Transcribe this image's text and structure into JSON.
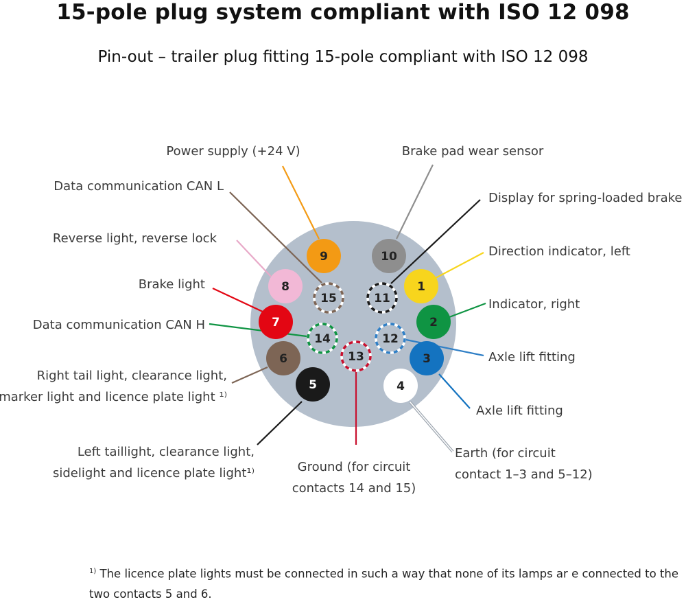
{
  "title": "15-pole plug system compliant with ISO 12 098",
  "subtitle": "Pin-out – trailer plug fitting 15-pole compliant with ISO 12 098",
  "plug_color": "#b4bfcc",
  "pins": [
    {
      "number": "1",
      "color": "#f7d51d",
      "text_color": "#222",
      "style": "solid",
      "label": [
        "Direction indicator, left"
      ]
    },
    {
      "number": "2",
      "color": "#0f9443",
      "text_color": "#222",
      "style": "solid",
      "label": [
        "Indicator, right"
      ]
    },
    {
      "number": "3",
      "color": "#1473c0",
      "text_color": "#222",
      "style": "solid",
      "label": [
        "Axle lift fitting"
      ]
    },
    {
      "number": "4",
      "color": "#ffffff",
      "text_color": "#222",
      "style": "solid",
      "label": [
        "Earth (for circuit",
        "contact 1–3 and 5–12)"
      ]
    },
    {
      "number": "5",
      "color": "#1a1a1a",
      "text_color": "#fff",
      "style": "solid",
      "label": [
        "Left taillight, clearance light,",
        "sidelight and licence plate light¹⁾"
      ]
    },
    {
      "number": "6",
      "color": "#7d6555",
      "text_color": "#222",
      "style": "solid",
      "label": [
        "Right tail light, clearance light,",
        "marker light and licence plate light ¹⁾"
      ]
    },
    {
      "number": "7",
      "color": "#e30613",
      "text_color": "#fff",
      "style": "solid",
      "label": [
        "Brake light"
      ]
    },
    {
      "number": "8",
      "color": "#f2b8d6",
      "text_color": "#222",
      "style": "solid",
      "label": [
        "Reverse light, reverse lock"
      ]
    },
    {
      "number": "9",
      "color": "#f39a14",
      "text_color": "#222",
      "style": "solid",
      "label": [
        "Power supply (+24 V)"
      ]
    },
    {
      "number": "10",
      "color": "#8e8e8e",
      "text_color": "#222",
      "style": "solid",
      "label": [
        "Brake pad wear sensor"
      ]
    },
    {
      "number": "11",
      "color": "#1a1a1a",
      "text_color": "#222",
      "style": "dashed",
      "label": [
        "Display for spring-loaded brake"
      ]
    },
    {
      "number": "12",
      "color": "#2f7fc6",
      "text_color": "#222",
      "style": "dashed",
      "label": [
        "Axle lift fitting"
      ]
    },
    {
      "number": "13",
      "color": "#c8102e",
      "text_color": "#222",
      "style": "dashed",
      "label": [
        "Ground (for circuit",
        "contacts 14 and 15)"
      ]
    },
    {
      "number": "14",
      "color": "#0f9443",
      "text_color": "#222",
      "style": "dashed",
      "label": [
        "Data communication CAN H"
      ]
    },
    {
      "number": "15",
      "color": "#7d6555",
      "text_color": "#222",
      "style": "dashed",
      "label": [
        "Data communication CAN L"
      ]
    }
  ],
  "footnote": {
    "marker": "1)",
    "text": " The licence plate lights must be connected in such a way that none of its lamps ar e connected to the two contacts 5 and 6."
  }
}
